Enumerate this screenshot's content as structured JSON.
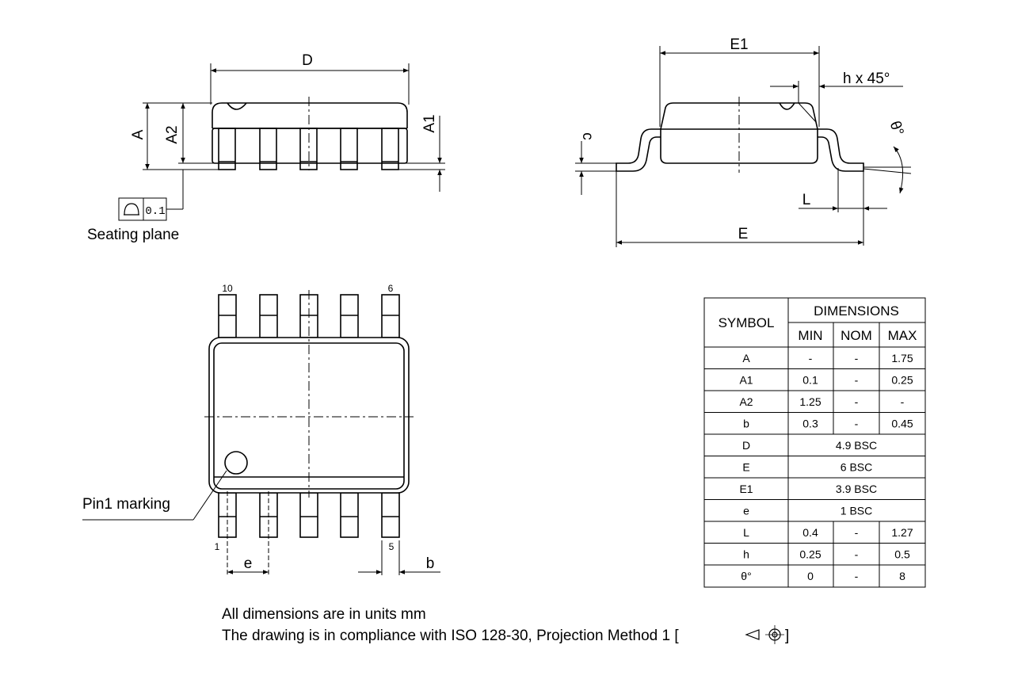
{
  "side_view": {
    "label_D": "D",
    "label_A": "A",
    "label_A2": "A2",
    "label_A1": "A1",
    "seating_tolerance": "0.1",
    "seating_plane": "Seating plane"
  },
  "end_view": {
    "label_E1": "E1",
    "label_h": "h x 45°",
    "label_c": "c",
    "label_theta": "θ°",
    "label_L": "L",
    "label_E": "E"
  },
  "top_view": {
    "pin_10": "10",
    "pin_6": "6",
    "pin_1": "1",
    "pin_5": "5",
    "pin1_marking": "Pin1 marking",
    "label_e": "e",
    "label_b": "b"
  },
  "table": {
    "symbol_header": "SYMBOL",
    "dimensions_header": "DIMENSIONS",
    "min_header": "MIN",
    "nom_header": "NOM",
    "max_header": "MAX",
    "rows": [
      {
        "symbol": "A",
        "min": "-",
        "nom": "-",
        "max": "1.75"
      },
      {
        "symbol": "A1",
        "min": "0.1",
        "nom": "-",
        "max": "0.25"
      },
      {
        "symbol": "A2",
        "min": "1.25",
        "nom": "-",
        "max": "-"
      },
      {
        "symbol": "b",
        "min": "0.3",
        "nom": "-",
        "max": "0.45"
      },
      {
        "symbol": "D",
        "span": "4.9 BSC"
      },
      {
        "symbol": "E",
        "span": "6 BSC"
      },
      {
        "symbol": "E1",
        "span": "3.9 BSC"
      },
      {
        "symbol": "e",
        "span": "1 BSC"
      },
      {
        "symbol": "L",
        "min": "0.4",
        "nom": "-",
        "max": "1.27"
      },
      {
        "symbol": "h",
        "min": "0.25",
        "nom": "-",
        "max": "0.5"
      },
      {
        "symbol": "θ°",
        "min": "0",
        "nom": "-",
        "max": "8"
      }
    ]
  },
  "notes": {
    "line1": "All dimensions are in units mm",
    "line2_prefix": "The drawing is in compliance with ISO 128-30, Projection Method 1 [",
    "line2_suffix": "]"
  }
}
